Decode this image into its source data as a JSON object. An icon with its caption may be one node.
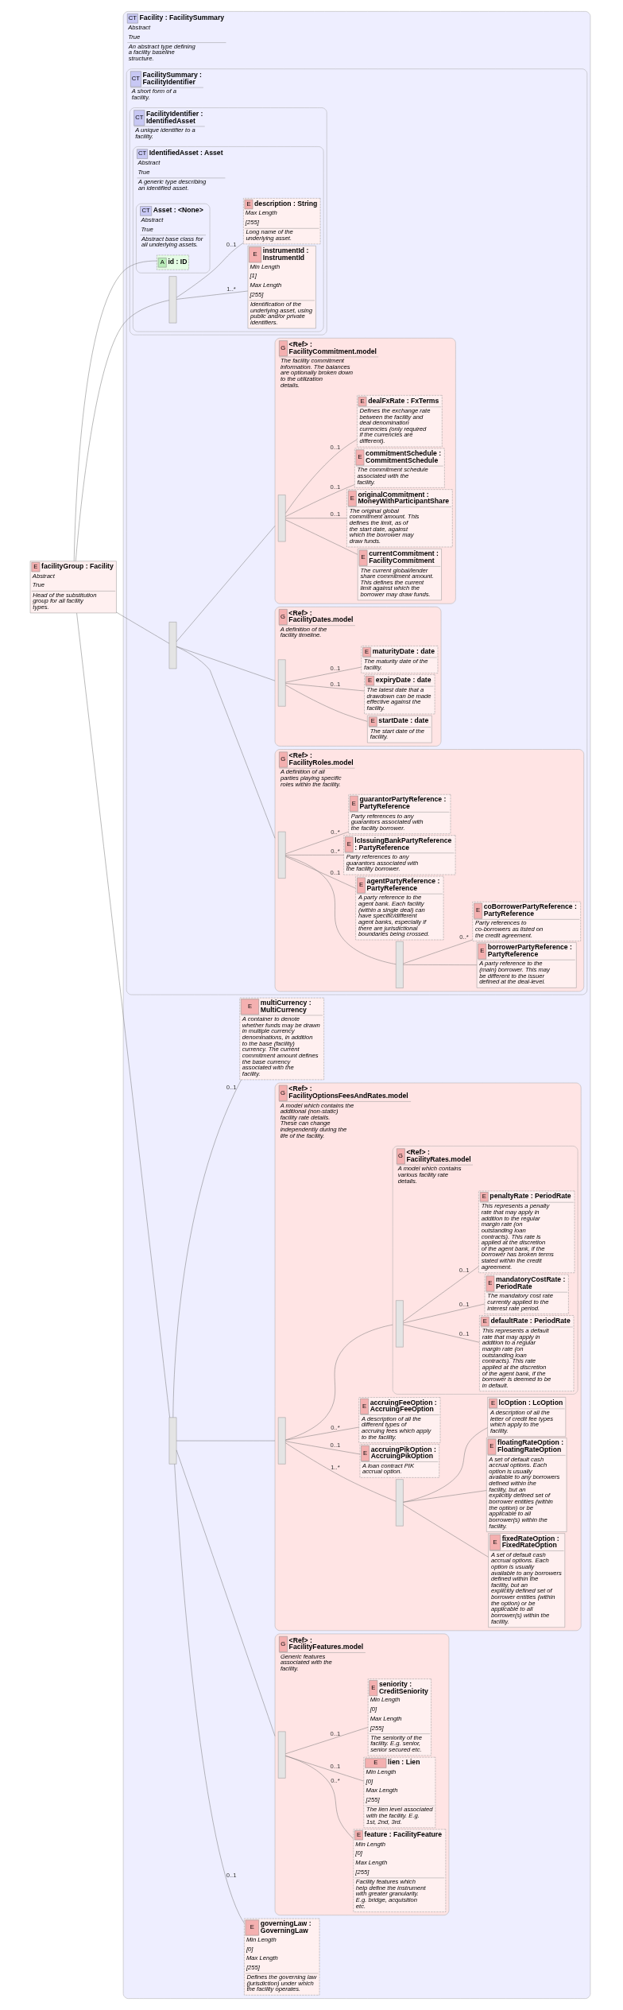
{
  "diagram": {
    "nodes": [
      {
        "text": [
          "E",
          "facilityGroup : Facility",
          "Abstract",
          "True",
          "Head of the substitution group for all facility types."
        ]
      },
      {
        "text": [
          "CT",
          "Facility : FacilitySummary",
          "Abstract",
          "True",
          "An abstract type defining a facility baseline structure."
        ]
      },
      {
        "text": [
          "CT",
          "FacilitySummary : FacilityIdentifier",
          "A short form of a facility."
        ],
        "in": 1
      },
      {
        "text": [
          "CT",
          "FacilityIdentifier : IdentifiedAsset",
          "A unique identifier to a facility."
        ],
        "in": 2
      },
      {
        "text": [
          "CT",
          "IdentifiedAsset : Asset",
          "Abstract",
          "True",
          "A generic type describing an identified asset."
        ],
        "in": 3
      },
      {
        "text": [
          "CT",
          "Asset : <None>",
          "Abstract",
          "True",
          "Abstract base class for all underlying assets."
        ],
        "in": 4
      },
      {
        "text": [
          "A",
          "id : ID"
        ],
        "in": 5
      },
      {
        "text": [],
        "shape": "bar",
        "in": 4
      },
      {
        "text": [
          "E",
          "instrumentId : InstrumentId",
          "Min Length",
          "[1]",
          "Max Length",
          "[255]",
          "Identification of the underlying asset, using public and/or private identifiers."
        ],
        "in": 4
      },
      {
        "text": [
          "E",
          "description : String",
          "Max Length",
          "[255]",
          "Long name of the underlying asset."
        ],
        "in": 4
      },
      {
        "text": [],
        "shape": "bar",
        "in": 2
      },
      {
        "text": [
          "G",
          "<Ref> : FacilityRoles.model",
          "A definition of all parties playing specific roles within the facility."
        ],
        "in": 2
      },
      {
        "text": [],
        "shape": "bar",
        "in": 11
      },
      {
        "text": [],
        "shape": "bar",
        "in": 11
      },
      {
        "text": [
          "E",
          "borrowerPartyReference : PartyReference",
          "A party reference to the (main) borrower. This may be different to the issuer defined at the deal-level."
        ],
        "in": 11
      },
      {
        "text": [
          "E",
          "coBorrowerPartyReference : PartyReference",
          "Party references to co-borrowers as listed on the credit agreement."
        ],
        "in": 11
      },
      {
        "text": [
          "E",
          "agentPartyReference : PartyReference",
          "A party reference to the agent bank. Each facility (within a single deal) can have specific/different agent banks, especially if there are jurisdictional boundaries being crossed."
        ],
        "in": 11
      },
      {
        "text": [
          "E",
          "lcIssuingBankPartyReference : PartyReference",
          "Party references to any guarantors associated with the facility borrower."
        ],
        "in": 11
      },
      {
        "text": [
          "E",
          "guarantorPartyReference : PartyReference",
          "Party references to any guarantors associated with the facility borrower."
        ],
        "in": 11
      },
      {
        "text": [
          "G",
          "<Ref> : FacilityDates.model",
          "A definition of the facility timeline."
        ],
        "in": 2
      },
      {
        "text": [],
        "shape": "bar",
        "in": 19
      },
      {
        "text": [
          "E",
          "startDate : date",
          "The start date of the facility."
        ],
        "in": 19
      },
      {
        "text": [
          "E",
          "expiryDate : date",
          "The latest date that a drawdown can be made effective against the facility."
        ],
        "in": 19
      },
      {
        "text": [
          "E",
          "maturityDate : date",
          "The maturity date of the facility."
        ],
        "in": 19
      },
      {
        "text": [
          "G",
          "<Ref> : FacilityCommitment.model",
          "The facility commitment information. The balances are optionally broken down to the utilization details."
        ],
        "in": 2
      },
      {
        "text": [],
        "shape": "bar",
        "in": 24
      },
      {
        "text": [
          "E",
          "currentCommitment : FacilityCommitment",
          "The current global/lender share commitment amount. This defines the current limit against which the borrower may draw funds."
        ],
        "in": 24
      },
      {
        "text": [
          "E",
          "originalCommitment : MoneyWithParticipantShare",
          "The original global commitment amount. This defines the limit, as of the start date, against which the borrower may draw funds."
        ],
        "in": 24
      },
      {
        "text": [
          "E",
          "commitmentSchedule : CommitmentSchedule",
          "The commitment schedule associated with the facility."
        ],
        "in": 24
      },
      {
        "text": [
          "E",
          "dealFxRate : FxTerms",
          "Defines the exchange rate between the facility and deal denomination currencies (only required if the currencies are different)."
        ],
        "in": 24
      },
      {
        "text": [],
        "shape": "bar",
        "in": 1
      },
      {
        "text": [
          "E",
          "governingLaw : GoverningLaw",
          "Min Length",
          "[0]",
          "Max Length",
          "[255]",
          "Defines the governing law (jurisdiction) under which the facility operates."
        ],
        "in": 1
      },
      {
        "text": [
          "G",
          "<Ref> : FacilityFeatures.model",
          "Generic features associated with the facility."
        ],
        "in": 1
      },
      {
        "text": [],
        "shape": "bar",
        "in": 32
      },
      {
        "text": [
          "E",
          "feature : FacilityFeature",
          "Min Length",
          "[0]",
          "Max Length",
          "[255]",
          "Facility features which help define the instrument with greater granularity. E.g. bridge, acquisition etc."
        ],
        "in": 32
      },
      {
        "text": [
          "E",
          "lien : Lien",
          "Min Length",
          "[0]",
          "Max Length",
          "[255]",
          "The lien level associated with the facility. E.g. 1st, 2nd, 3rd."
        ],
        "in": 32
      },
      {
        "text": [
          "E",
          "seniority : CreditSeniority",
          "Min Length",
          "[0]",
          "Max Length",
          "[255]",
          "The seniority of the facility. E.g. senior, senior secured etc."
        ],
        "in": 32
      },
      {
        "text": [
          "G",
          "<Ref> : FacilityOptionsFeesAndRates.model",
          "A model which contains the additional (non-static) facility rate details. These can change independently during the life of the facility."
        ],
        "in": 1
      },
      {
        "text": [],
        "shape": "bar",
        "in": 37
      },
      {
        "text": [],
        "shape": "bar",
        "in": 37
      },
      {
        "text": [
          "E",
          "fixedRateOption : FixedRateOption",
          "A set of default cash accrual options. Each option is usually available to any borrowers defined within the facility, but an explicitly defined set of borrower entities (within the option) or be applicable to all borrower(s) within the facility."
        ],
        "in": 37
      },
      {
        "text": [
          "E",
          "floatingRateOption : FloatingRateOption",
          "A set of default cash accrual options. Each option is usually available to any borrowers defined within the facility, but an explicitly defined set of borrower entities (within the option) or be applicable to all borrower(s) within the facility."
        ],
        "in": 37
      },
      {
        "text": [
          "E",
          "lcOption : LcOption",
          "A description of all the letter of credit fee types which apply to the facility."
        ],
        "in": 37
      },
      {
        "text": [
          "E",
          "accruingPikOption : AccruingPikOption",
          "A loan contract PIK accrual option."
        ],
        "in": 37
      },
      {
        "text": [
          "E",
          "accruingFeeOption : AccruingFeeOption",
          "A description of all the different types of accruing fees which apply to the facility."
        ],
        "in": 37
      },
      {
        "text": [
          "G",
          "<Ref> : FacilityRates.model",
          "A model which contains various facility rate details."
        ],
        "in": 37
      },
      {
        "text": [],
        "shape": "bar",
        "in": 45
      },
      {
        "text": [
          "E",
          "defaultRate : PeriodRate",
          "This represents a default rate that may apply in addition to a regular margin rate (on outstanding loan contracts). This rate applied at the discretion of the agent bank, if the borrower is deemed to be in default."
        ],
        "in": 45
      },
      {
        "text": [
          "E",
          "mandatoryCostRate : PeriodRate",
          "The mandatory cost rate currently applied to the interest rate period."
        ],
        "in": 45
      },
      {
        "text": [
          "E",
          "penaltyRate : PeriodRate",
          "This represents a penalty rate that may apply in addition to the regular margin rate (on outstanding loan contracts). This rate is applied at the discretion of the agent bank, if the borrower has broken terms stated within the credit agreement."
        ],
        "in": 45
      },
      {
        "text": [
          "E",
          "multiCurrency : MultiCurrency",
          "A container to denote whether funds may be drawn in multiple currency denominations, in addition to the base (facility) currency. The current commitment amount defines the base currency associated with the facility."
        ],
        "in": 1
      }
    ],
    "edges": [
      {
        "from": 0,
        "to": 6,
        "arrow": "none"
      },
      {
        "from": 0,
        "to": 7,
        "arrow": "none"
      },
      {
        "from": 0,
        "to": 10,
        "arrow": "none"
      },
      {
        "from": 0,
        "to": 30,
        "arrow": "none"
      },
      {
        "from": 7,
        "to": 8,
        "arrow": "none",
        "label": "1..*"
      },
      {
        "from": 7,
        "to": 9,
        "arrow": "none",
        "label": "0..1"
      },
      {
        "from": 10,
        "to": 11,
        "arrow": "none"
      },
      {
        "from": 10,
        "to": 19,
        "arrow": "none"
      },
      {
        "from": 10,
        "to": 24,
        "arrow": "none"
      },
      {
        "from": 12,
        "to": 13,
        "arrow": "none"
      },
      {
        "from": 12,
        "to": 16,
        "arrow": "none",
        "label": "0..1"
      },
      {
        "from": 12,
        "to": 17,
        "arrow": "none",
        "label": "0..*"
      },
      {
        "from": 12,
        "to": 18,
        "arrow": "none",
        "label": "0..*"
      },
      {
        "from": 13,
        "to": 14,
        "arrow": "none"
      },
      {
        "from": 13,
        "to": 15,
        "arrow": "none",
        "label": "0..*"
      },
      {
        "from": 20,
        "to": 21,
        "arrow": "none"
      },
      {
        "from": 20,
        "to": 22,
        "arrow": "none",
        "label": "0..1"
      },
      {
        "from": 20,
        "to": 23,
        "arrow": "none",
        "label": "0..1"
      },
      {
        "from": 25,
        "to": 26,
        "arrow": "none"
      },
      {
        "from": 25,
        "to": 27,
        "arrow": "none",
        "label": "0..1"
      },
      {
        "from": 25,
        "to": 28,
        "arrow": "none",
        "label": "0..1"
      },
      {
        "from": 25,
        "to": 29,
        "arrow": "none",
        "label": "0..1"
      },
      {
        "from": 30,
        "to": 31,
        "arrow": "none",
        "label": "0..1"
      },
      {
        "from": 30,
        "to": 32,
        "arrow": "none"
      },
      {
        "from": 30,
        "to": 37,
        "arrow": "none"
      },
      {
        "from": 30,
        "to": 50,
        "arrow": "none",
        "label": "0..1"
      },
      {
        "from": 33,
        "to": 34,
        "arrow": "none",
        "label": "0..*"
      },
      {
        "from": 33,
        "to": 35,
        "arrow": "none",
        "label": "0..1"
      },
      {
        "from": 33,
        "to": 36,
        "arrow": "none",
        "label": "0..1"
      },
      {
        "from": 38,
        "to": 39,
        "arrow": "none",
        "label": "1..*"
      },
      {
        "from": 38,
        "to": 43,
        "arrow": "none",
        "label": "0..1"
      },
      {
        "from": 38,
        "to": 44,
        "arrow": "none",
        "label": "0..*"
      },
      {
        "from": 38,
        "to": 45,
        "arrow": "none"
      },
      {
        "from": 39,
        "to": 40,
        "arrow": "none"
      },
      {
        "from": 39,
        "to": 41,
        "arrow": "none"
      },
      {
        "from": 39,
        "to": 42,
        "arrow": "none"
      },
      {
        "from": 46,
        "to": 47,
        "arrow": "none",
        "label": "0..1"
      },
      {
        "from": 46,
        "to": 48,
        "arrow": "none",
        "label": "0..1"
      },
      {
        "from": 46,
        "to": 49,
        "arrow": "none",
        "label": "0..1"
      }
    ]
  }
}
